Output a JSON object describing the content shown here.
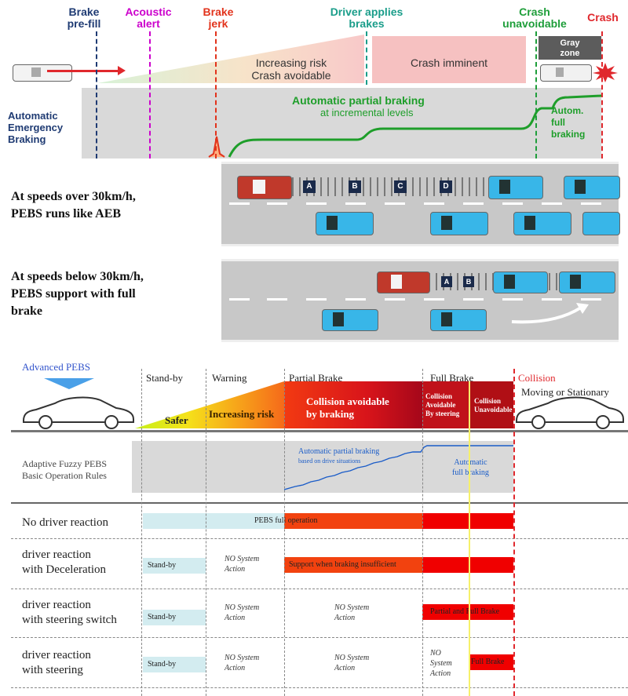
{
  "aeb": {
    "events": {
      "prefill": "Brake\npre-fill",
      "acoustic": "Acoustic\nalert",
      "jerk": "Brake\njerk",
      "driver": "Driver applies\nbrakes",
      "unavoidable": "Crash\nunavoidable",
      "crash": "Crash"
    },
    "increasing_risk": "Increasing risk\nCrash avoidable",
    "crash_imminent": "Crash imminent",
    "gray_zone": "Gray\nzone",
    "system_label": "Automatic\nEmergency\nBraking",
    "partial_title": "Automatic partial braking",
    "partial_sub": "at incremental levels",
    "full": "Autom.\nfull\nbraking",
    "colors": {
      "prefill": "#1f3b73",
      "acoustic": "#cc00cc",
      "jerk": "#e2331c",
      "driver": "#1a9d8a",
      "unavoidable": "#1e9e3a",
      "crash": "#e0282d",
      "curve": "#1e9e2a"
    }
  },
  "scenarios": {
    "over": "At speeds over 30km/h,\nPEBS runs like AEB",
    "below": "At speeds below 30km/h,\nPEBS support with full\nbrake",
    "markers_top": [
      "A",
      "B",
      "C",
      "D"
    ],
    "markers_bottom": [
      "A",
      "B"
    ]
  },
  "pebs": {
    "title": "Advanced PEBS",
    "phases": {
      "standby": "Stand-by",
      "warning": "Warning",
      "partial": "Partial Brake",
      "full": "Full Brake",
      "collision": "Collision",
      "moving": "Moving or Stationary"
    },
    "zones": {
      "safer": "Safer",
      "increasing": "Increasing risk",
      "avoidable": "Collision avoidable\nby braking",
      "steer": "Collision\nAvoidable\nBy steering",
      "unavoidable": "Collision\nUnavoidable"
    },
    "rules_label": "Adaptive Fuzzy PEBS\nBasic Operation Rules",
    "partial_title": "Automatic partial braking",
    "partial_sub": "based on drive situations",
    "full_label": "Automatic\nfull braking",
    "rows": {
      "r1": {
        "label": "No driver reaction",
        "bar": "PEBS full operation"
      },
      "r2": {
        "label": "driver reaction\nwith Deceleration",
        "standby": "Stand-by",
        "na": "NO System\nAction",
        "bar": "Support when braking insufficient"
      },
      "r3": {
        "label": "driver reaction\nwith steering switch",
        "standby": "Stand-by",
        "na1": "NO System\nAction",
        "na2": "NO System\nAction",
        "bar": "Partial and Full Brake"
      },
      "r4": {
        "label": "driver reaction\nwith steering",
        "standby": "Stand-by",
        "na1": "NO System\nAction",
        "na2": "NO System\nAction",
        "na3": "NO\nSystem\nAction",
        "bar": "Full Brake"
      }
    }
  }
}
